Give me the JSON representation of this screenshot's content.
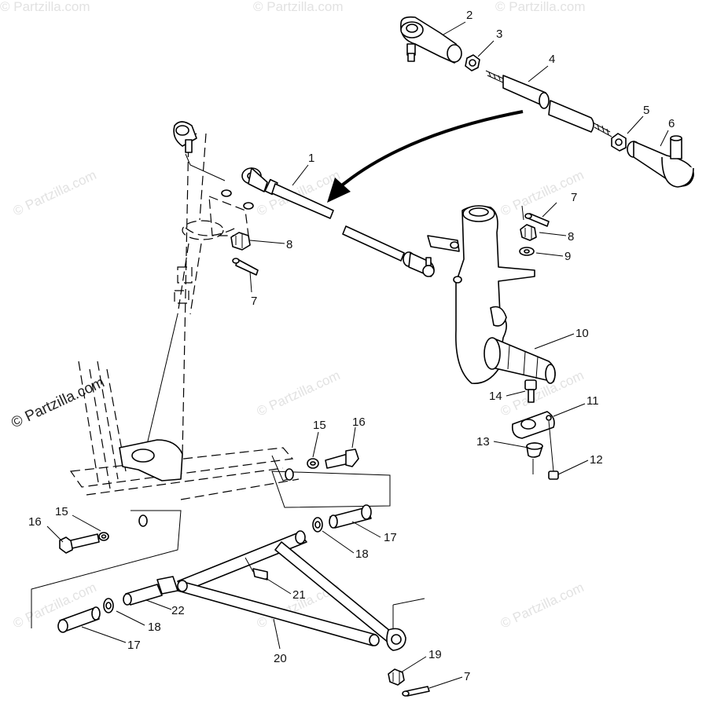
{
  "watermark": {
    "text": "© Partzilla.com"
  },
  "callouts": [
    {
      "id": "c2",
      "label": "2"
    },
    {
      "id": "c3",
      "label": "3"
    },
    {
      "id": "c4",
      "label": "4"
    },
    {
      "id": "c5",
      "label": "5"
    },
    {
      "id": "c6",
      "label": "6"
    },
    {
      "id": "c1",
      "label": "1"
    },
    {
      "id": "c7a",
      "label": "7"
    },
    {
      "id": "c8a",
      "label": "8"
    },
    {
      "id": "c7b",
      "label": "7"
    },
    {
      "id": "c8b",
      "label": "8"
    },
    {
      "id": "c9",
      "label": "9"
    },
    {
      "id": "c7c",
      "label": "7"
    },
    {
      "id": "c10",
      "label": "10"
    },
    {
      "id": "c14",
      "label": "14"
    },
    {
      "id": "c11",
      "label": "11"
    },
    {
      "id": "c13",
      "label": "13"
    },
    {
      "id": "c12",
      "label": "12"
    },
    {
      "id": "c15a",
      "label": "15"
    },
    {
      "id": "c16a",
      "label": "16"
    },
    {
      "id": "c15b",
      "label": "15"
    },
    {
      "id": "c16b",
      "label": "16"
    },
    {
      "id": "c17a",
      "label": "17"
    },
    {
      "id": "c18a",
      "label": "18"
    },
    {
      "id": "c21",
      "label": "21"
    },
    {
      "id": "c22",
      "label": "22"
    },
    {
      "id": "c18b",
      "label": "18"
    },
    {
      "id": "c17b",
      "label": "17"
    },
    {
      "id": "c20",
      "label": "20"
    },
    {
      "id": "c19",
      "label": "19"
    }
  ]
}
